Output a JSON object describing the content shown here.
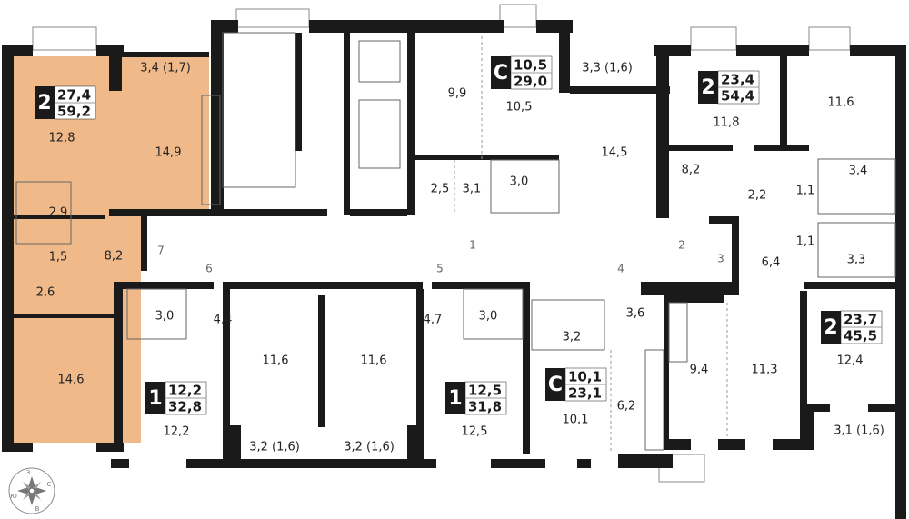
{
  "colors": {
    "highlight_fill": "#f0b98a",
    "wall": "#1a1a1a"
  },
  "apartments": [
    {
      "type": "2",
      "living_area": "27,4",
      "total_area": "59,2",
      "highlighted": true
    },
    {
      "type": "С",
      "living_area": "10,5",
      "total_area": "29,0"
    },
    {
      "type": "2",
      "living_area": "23,4",
      "total_area": "54,4"
    },
    {
      "type": "1",
      "living_area": "12,2",
      "total_area": "32,8"
    },
    {
      "type": "1",
      "living_area": "12,5",
      "total_area": "31,8"
    },
    {
      "type": "С",
      "living_area": "10,1",
      "total_area": "23,1"
    },
    {
      "type": "2",
      "living_area": "23,7",
      "total_area": "45,5"
    }
  ],
  "rooms": [
    "12,8",
    "3,4 (1,7)",
    "14,9",
    "2,9",
    "1,5",
    "8,2",
    "2,6",
    "14,6",
    "9,9",
    "2,5",
    "3,1",
    "3,0",
    "10,5",
    "14,5",
    "3,3 (1,6)",
    "11,8",
    "11,6",
    "8,2",
    "2,2",
    "1,1",
    "3,4",
    "1,1",
    "3,3",
    "6,4",
    "3,0",
    "4,4",
    "11,6",
    "11,6",
    "4,7",
    "3,0",
    "12,2",
    "3,2 (1,6)",
    "3,2 (1,6)",
    "12,5",
    "3,6",
    "3,2",
    "10,1",
    "6,2",
    "9,4",
    "11,3",
    "12,4",
    "3,1 (1,6)"
  ],
  "corridor_numbers": [
    "7",
    "6",
    "5",
    "1",
    "2",
    "3",
    "4"
  ],
  "compass": {
    "north": "З",
    "east": "С",
    "south": "В",
    "west": "Ю"
  }
}
